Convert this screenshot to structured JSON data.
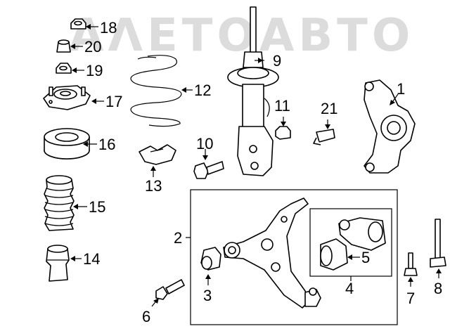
{
  "watermark": "ΑΛΕΤΟΑΒΤΟ",
  "callouts": {
    "c1": "1",
    "c2": "2",
    "c3": "3",
    "c4": "4",
    "c5": "5",
    "c6": "6",
    "c7": "7",
    "c8": "8",
    "c9": "9",
    "c10": "10",
    "c11": "11",
    "c12": "12",
    "c13": "13",
    "c14": "14",
    "c15": "15",
    "c16": "16",
    "c17": "17",
    "c18": "18",
    "c19": "19",
    "c20": "20",
    "c21": "21"
  }
}
